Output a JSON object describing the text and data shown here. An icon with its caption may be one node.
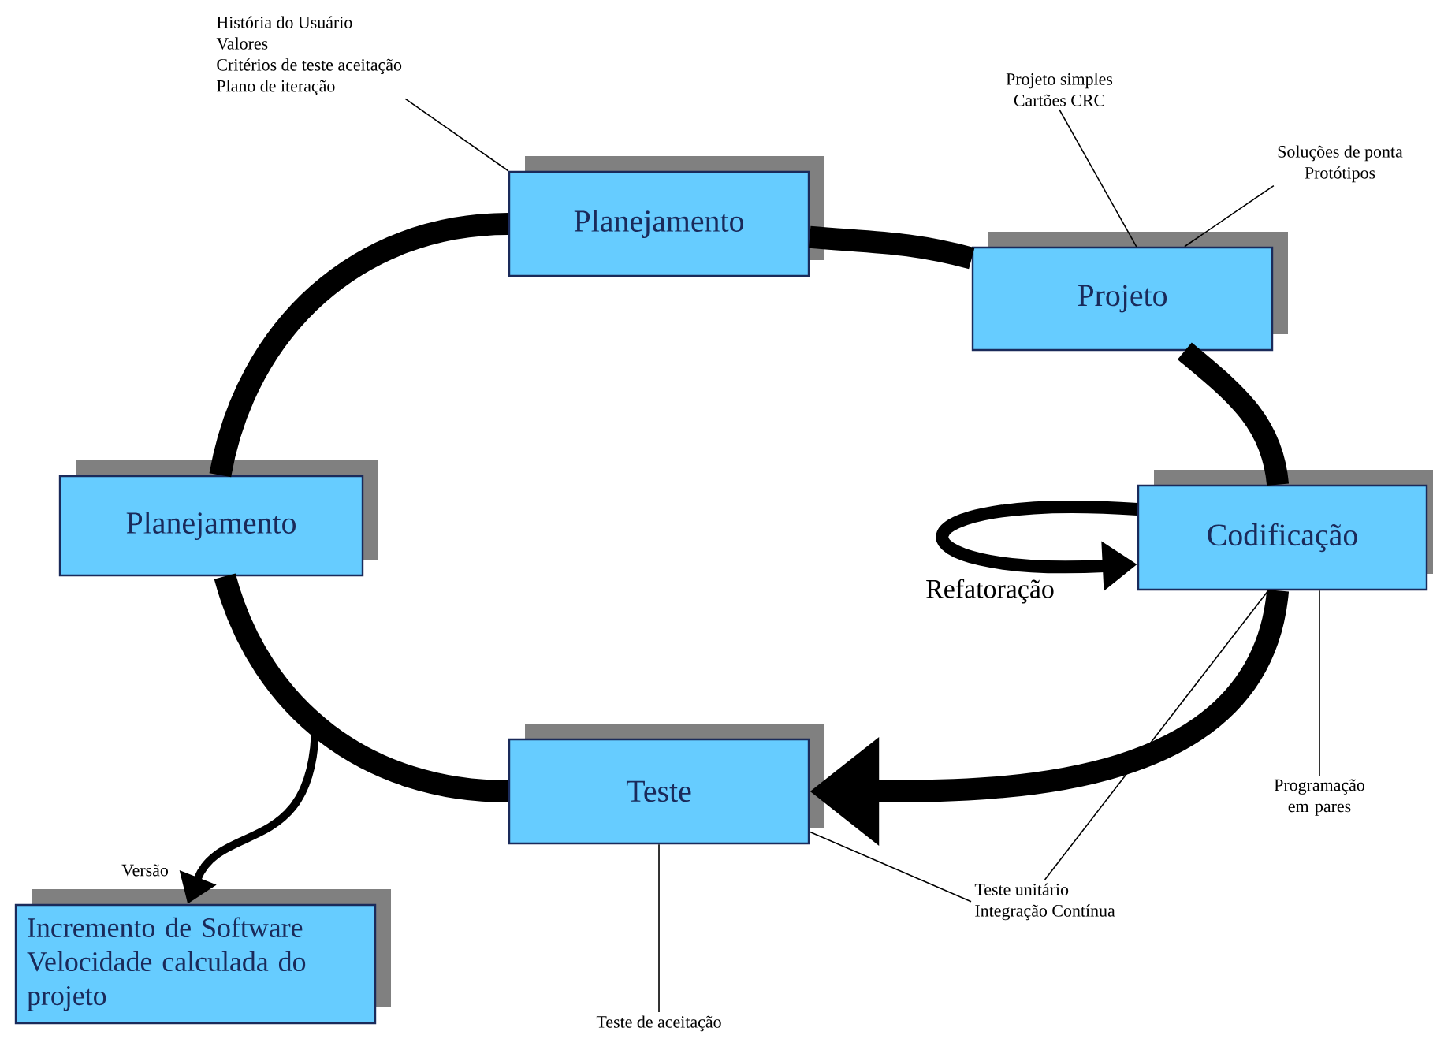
{
  "diagram": {
    "nodes": [
      {
        "text": [
          "Planejamento"
        ]
      },
      {
        "text": [
          "Projeto"
        ]
      },
      {
        "text": [
          "Codificação"
        ]
      },
      {
        "text": [
          "Teste"
        ]
      },
      {
        "text": [
          "Planejamento"
        ]
      },
      {
        "text": [
          "Incremento de Software Velocidade calculada do projeto"
        ]
      },
      {
        "text": [
          "História do Usuário",
          "Valores",
          "Critérios de teste aceitação",
          "Plano de iteração"
        ]
      },
      {
        "text": [
          "Projeto simples",
          "Cartões CRC"
        ]
      },
      {
        "text": [
          "Soluções de ponta",
          "Protótipos"
        ]
      },
      {
        "text": [
          "Teste unitário",
          "Integração Contínua"
        ]
      },
      {
        "text": [
          "Programação em pares"
        ]
      },
      {
        "text": [
          "Teste de aceitação"
        ]
      }
    ],
    "edges": [
      {
        "from": 0,
        "to": 1,
        "arrow": "none",
        "style": "thick"
      },
      {
        "from": 1,
        "to": 2,
        "arrow": "none",
        "style": "thick"
      },
      {
        "from": 2,
        "to": 3,
        "arrow": "to",
        "style": "thick"
      },
      {
        "from": 3,
        "to": 4,
        "arrow": "none",
        "style": "thick"
      },
      {
        "from": 4,
        "to": 0,
        "arrow": "none",
        "style": "thick"
      },
      {
        "from": 2,
        "to": 2,
        "arrow": "to",
        "style": "thick",
        "label": "Refatoração"
      },
      {
        "from": null,
        "to": 5,
        "arrow": "to",
        "style": "thick",
        "label": "Versão"
      },
      {
        "from": 6,
        "to": 0,
        "arrow": "none"
      },
      {
        "from": 7,
        "to": 1,
        "arrow": "none"
      },
      {
        "from": 8,
        "to": 1,
        "arrow": "none"
      },
      {
        "from": 9,
        "to": 3,
        "arrow": "none"
      },
      {
        "from": 9,
        "to": 2,
        "arrow": "none"
      },
      {
        "from": 10,
        "to": 2,
        "arrow": "none"
      },
      {
        "from": 11,
        "to": 3,
        "arrow": "none"
      }
    ]
  }
}
